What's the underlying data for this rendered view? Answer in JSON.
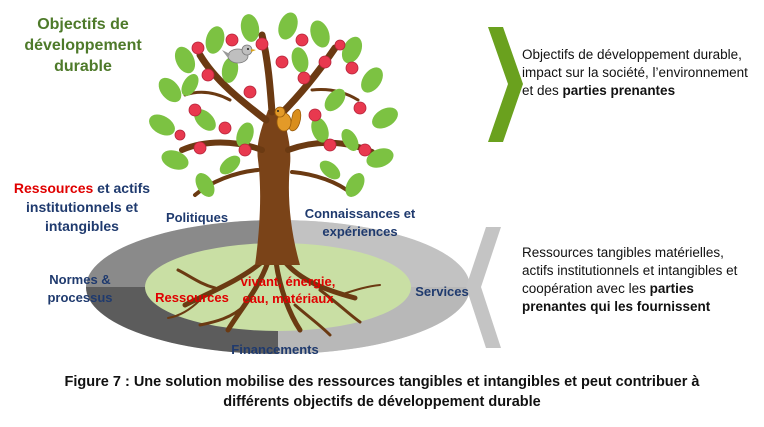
{
  "goals_title": "Objectifs de développement durable",
  "resources_label": {
    "red_part": "Ressources",
    "rest_part": " et actifs institutionnels et intangibles"
  },
  "ring_labels": {
    "politiques": "Politiques",
    "connaissances": "Connaissances et expériences",
    "normes": "Normes & processus",
    "services": "Services",
    "financements": "Financements"
  },
  "inner_labels": {
    "ressources": "Ressources",
    "vivant": "vivant, énergie, eau, matériaux"
  },
  "right_top": {
    "text": "Objectifs de développement durable, impact sur la société, l’environnement et des ",
    "bold": "parties prenantes"
  },
  "right_bottom": {
    "text": "Ressources tangibles matérielles, actifs institutionnels et intangibles et coopération avec les ",
    "bold": "parties prenantes qui les fournissent"
  },
  "caption": "Figure 7 : Une solution mobilise des ressources tangibles et intangibles et peut contribuer à différents objectifs de développement durable",
  "colors": {
    "goals_green": "#4e7a2a",
    "label_navy": "#1f3a6e",
    "accent_red": "#e00000",
    "chevron_green": "#6aa11e",
    "chevron_gray": "#c4c4c4",
    "inner_green": "#c9dfa4"
  }
}
